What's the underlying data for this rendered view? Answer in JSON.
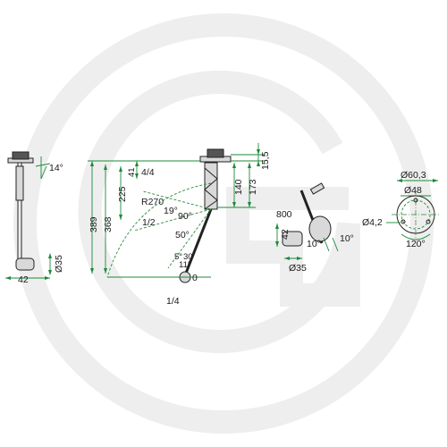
{
  "colors": {
    "dimension": "#1a8a3a",
    "watermark": "#eeeeee",
    "line": "#222222"
  },
  "view_left": {
    "angle_top": "14°",
    "dia_bottom": "Ø35",
    "width_bottom": "42"
  },
  "view_main": {
    "h_389": "389",
    "h_368": "368",
    "h_225": "225",
    "h_41": "41",
    "h_140": "140",
    "h_173": "173",
    "h_15_5": "15,5",
    "radius": "R270",
    "frac_4_4": "4/4",
    "frac_1_2": "1/2",
    "frac_1_4": "1/4",
    "angle_19": "19°",
    "angle_90": "90°",
    "angle_50": "50°",
    "angle_5": "5°",
    "angle_30": "30",
    "angle_11": "11°",
    "zero": "0"
  },
  "view_float": {
    "length_800": "800",
    "h_42": "42",
    "angle_10a": "10°",
    "angle_10b": "10°",
    "dia_35": "Ø35"
  },
  "view_flange": {
    "dia_60_3": "Ø60,3",
    "dia_48": "Ø48",
    "hole_dia": "Ø4,2",
    "pitch_angle": "120°"
  }
}
